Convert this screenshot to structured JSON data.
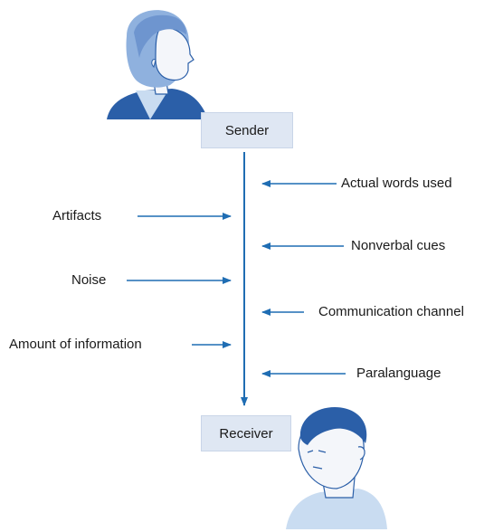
{
  "nodes": {
    "sender": "Sender",
    "receiver": "Receiver"
  },
  "left_labels": [
    "Artifacts",
    "Noise",
    "Amount of information"
  ],
  "right_labels": [
    "Actual words used",
    "Nonverbal cues",
    "Communication channel",
    "Paralanguage"
  ],
  "colors": {
    "arrow": "#1f6db3",
    "box_fill": "#dfe7f3",
    "figure_fill": "#c9dcf1",
    "figure_dark": "#2b5fa8",
    "hair": "#8fb1de"
  }
}
